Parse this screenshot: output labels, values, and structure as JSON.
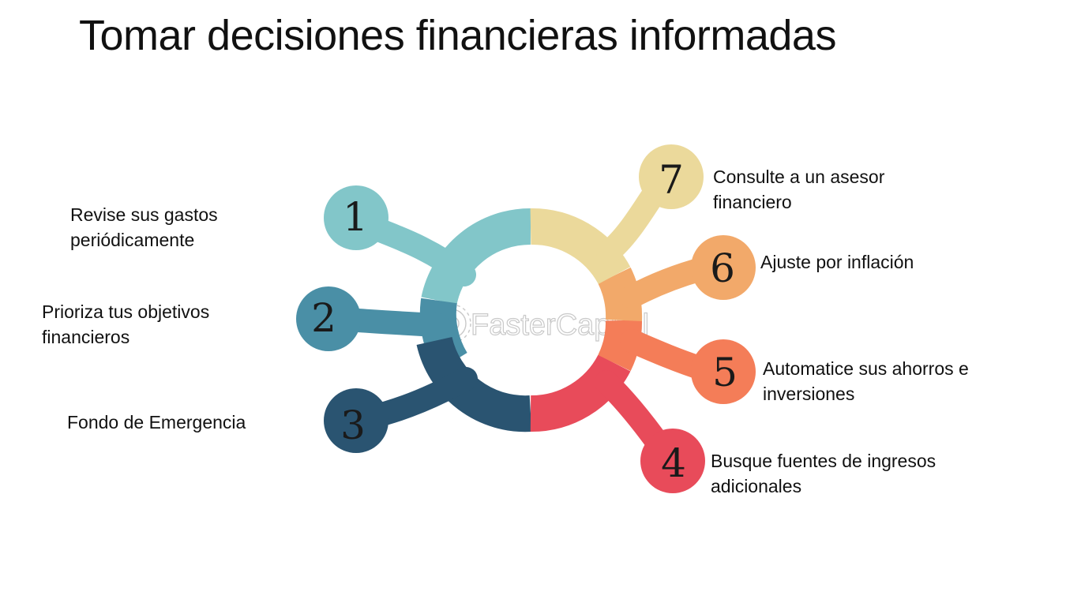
{
  "title": "Tomar decisiones financieras informadas",
  "watermark": "FasterCapital",
  "steps": [
    {
      "number": "1",
      "label": "Revise sus gastos periódicamente",
      "color": "#82c6c9"
    },
    {
      "number": "2",
      "label": "Prioriza tus objetivos financieros",
      "color": "#4a8fa6"
    },
    {
      "number": "3",
      "label": "Fondo de Emergencia",
      "color": "#2a5471"
    },
    {
      "number": "4",
      "label": "Busque fuentes de ingresos adicionales",
      "color": "#e84b5a"
    },
    {
      "number": "5",
      "label": "Automatice sus ahorros e inversiones",
      "color": "#f47d58"
    },
    {
      "number": "6",
      "label": "Ajuste por inflación",
      "color": "#f2a96a"
    },
    {
      "number": "7",
      "label": "Consulte a un asesor financiero",
      "color": "#ebd99b"
    }
  ]
}
